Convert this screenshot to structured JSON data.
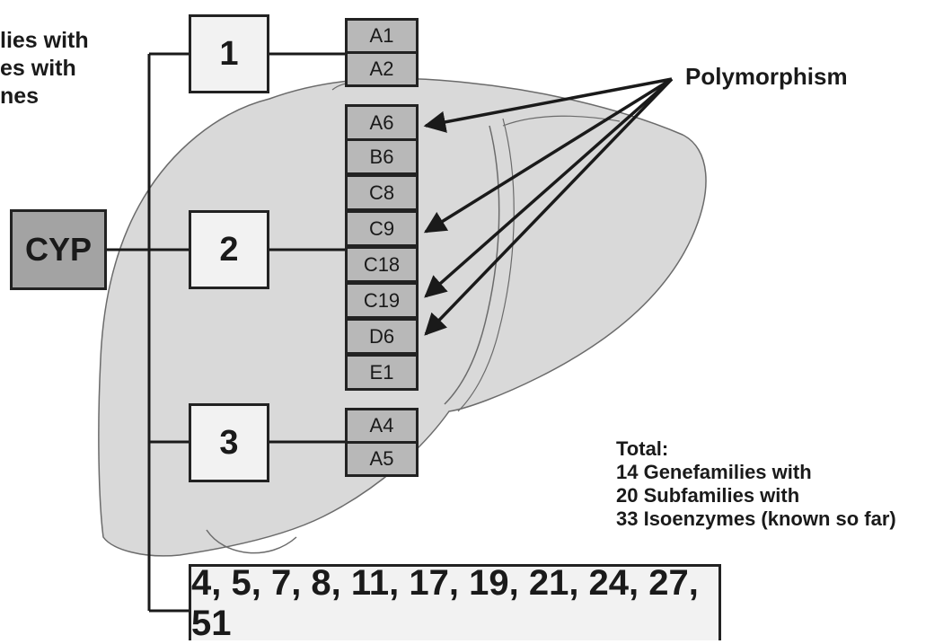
{
  "root": {
    "label": "CYP"
  },
  "families": [
    {
      "label": "1",
      "subfamilies": [
        "A1",
        "A2"
      ]
    },
    {
      "label": "2",
      "subfamilies": [
        "A6",
        "B6",
        "C8",
        "C9",
        "C18",
        "C19",
        "D6",
        "E1"
      ]
    },
    {
      "label": "3",
      "subfamilies": [
        "A4",
        "A5"
      ]
    }
  ],
  "other_families": "4, 5, 7, 8, 11, 17, 19, 21, 24, 27, 51",
  "polymorphism": {
    "label": "Polymorphism",
    "targets": [
      "A6",
      "C9",
      "C19",
      "D6"
    ]
  },
  "totals": {
    "heading": "Total:",
    "line1": "14 Genefamilies with",
    "line2": "20 Subfamilies with",
    "line3": "33 Isoenzymes (known so far)"
  },
  "cut_left_text": {
    "line1": "lies with",
    "line2": "es with",
    "line3": "nes"
  },
  "colors": {
    "liver_fill": "#d9d9d9",
    "liver_outline": "#6b6b6b",
    "subfamily_fill": "#b8b8b8",
    "root_fill": "#a3a3a3",
    "family_fill": "#f2f2f2",
    "lines": "#1a1a1a"
  }
}
